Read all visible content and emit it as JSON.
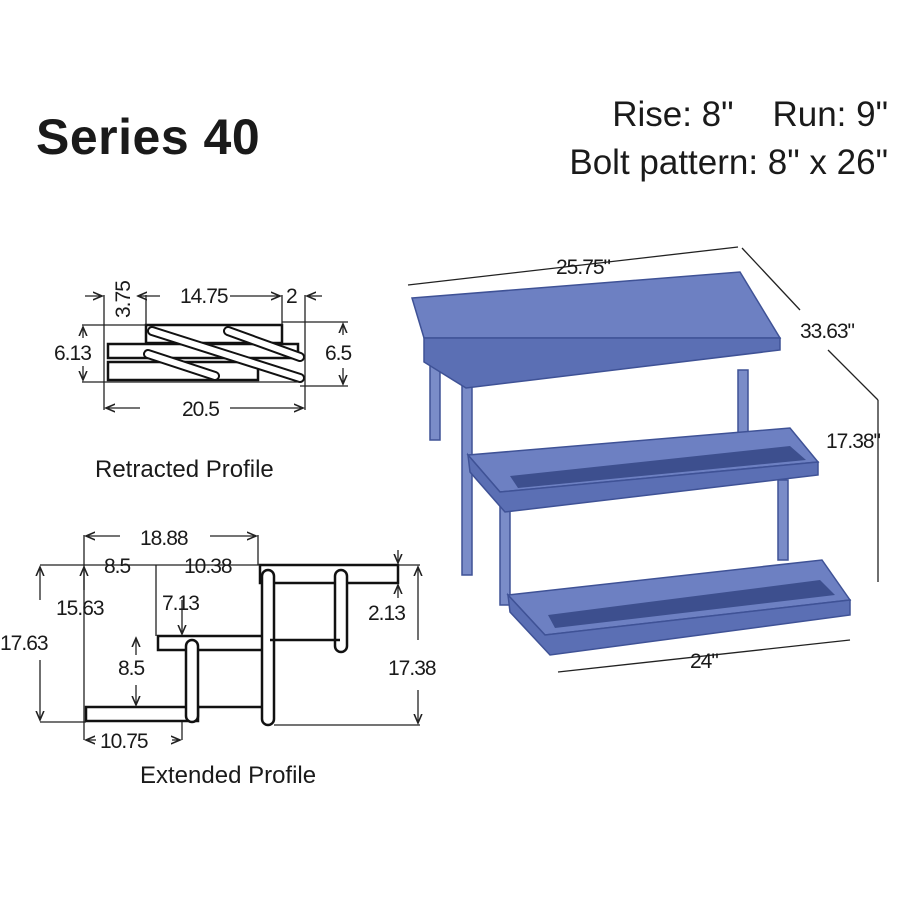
{
  "title": "Series 40",
  "specs": {
    "rise": "Rise: 8\"",
    "run": "Run: 9\"",
    "bolt_pattern": "Bolt pattern: 8\" x 26\""
  },
  "retracted": {
    "caption": "Retracted Profile",
    "dims": {
      "height_left": "6.13",
      "offset": "3.75",
      "top_length": "14.75",
      "right_gap": "2",
      "height_right": "6.5",
      "overall": "20.5"
    }
  },
  "extended": {
    "caption": "Extended Profile",
    "dims": {
      "overall_width": "18.88",
      "left_run": "8.5",
      "mid_run": "10.38",
      "upper_height": "15.63",
      "total_height": "17.63",
      "mid_drop": "7.13",
      "low_drop": "8.5",
      "top_thickness": "2.13",
      "right_height": "17.38",
      "bottom_step": "10.75"
    }
  },
  "step_3d": {
    "top_width": "25.75\"",
    "depth": "33.63\"",
    "height": "17.38\"",
    "bottom_width": "24\""
  },
  "colors": {
    "step_blue": "#5b6fb4"
  }
}
